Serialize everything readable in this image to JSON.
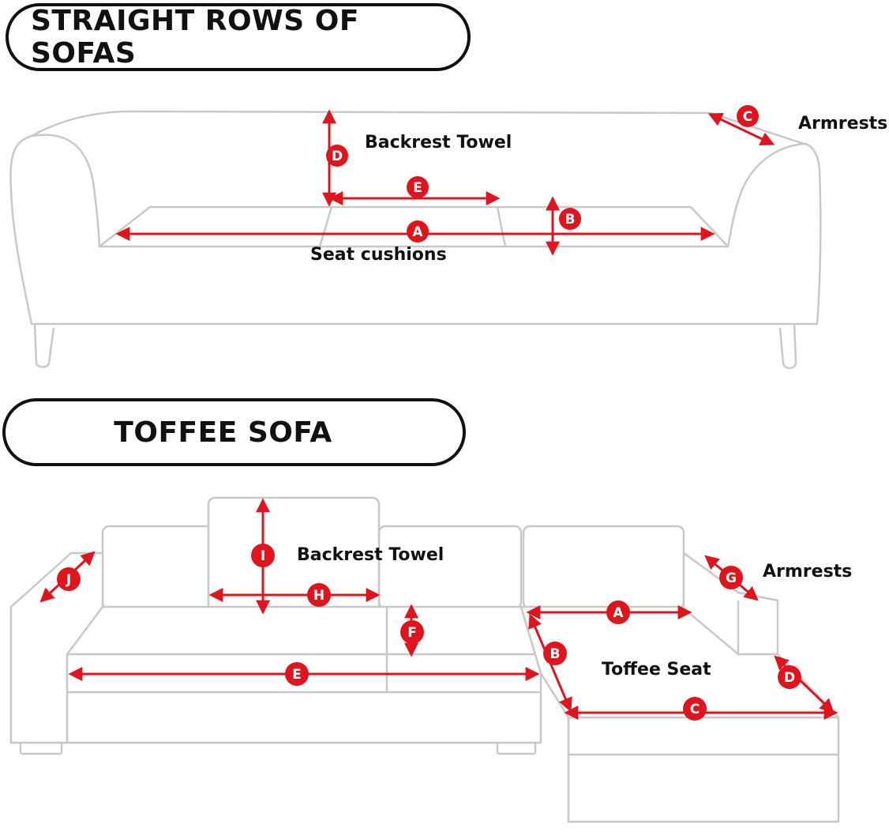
{
  "sections": {
    "straight": {
      "title": "STRAIGHT ROWS OF SOFAS",
      "labels": {
        "backrest": "Backrest Towel",
        "armrests": "Armrests",
        "seat": "Seat cushions"
      },
      "markers": [
        "A",
        "B",
        "C",
        "D",
        "E"
      ]
    },
    "toffee": {
      "title": "TOFFEE SOFA",
      "labels": {
        "backrest": "Backrest Towel",
        "armrests": "Armrests",
        "seat": "Toffee Seat"
      },
      "markers": [
        "A",
        "B",
        "C",
        "D",
        "E",
        "F",
        "G",
        "H",
        "I",
        "J"
      ]
    }
  },
  "colors": {
    "measure": "#e0141c",
    "outline": "#c8c8c8",
    "text": "#111111"
  }
}
